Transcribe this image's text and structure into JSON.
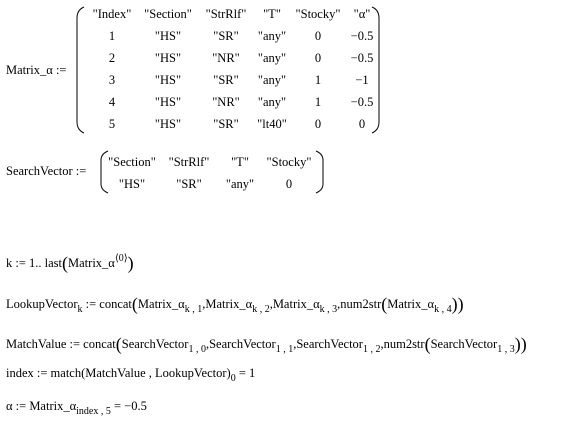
{
  "matrix_alpha": {
    "label": "Matrix_α :=",
    "rows": [
      [
        "\"Index\"",
        "\"Section\"",
        "\"StrRlf\"",
        "\"T\"",
        "\"Stocky\"",
        "\"α\""
      ],
      [
        "1",
        "\"HS\"",
        "\"SR\"",
        "\"any\"",
        "0",
        "−0.5"
      ],
      [
        "2",
        "\"HS\"",
        "\"NR\"",
        "\"any\"",
        "0",
        "−0.5"
      ],
      [
        "3",
        "\"HS\"",
        "\"SR\"",
        "\"any\"",
        "1",
        "−1"
      ],
      [
        "4",
        "\"HS\"",
        "\"NR\"",
        "\"any\"",
        "1",
        "−0.5"
      ],
      [
        "5",
        "\"HS\"",
        "\"SR\"",
        "\"lt40\"",
        "0",
        "0"
      ]
    ]
  },
  "search_vector": {
    "label": "SearchVector :=",
    "rows": [
      [
        "\"Section\"",
        "\"StrRlf\"",
        "\"T\"",
        "\"Stocky\""
      ],
      [
        "\"HS\"",
        "\"SR\"",
        "\"any\"",
        "0"
      ]
    ]
  },
  "eq_k": {
    "prefix": "k := 1.. last",
    "arg": "Matrix_α",
    "sup": "⟨0⟩"
  },
  "eq_lookup": {
    "lhs": "LookupVector",
    "lhs_sub": "k",
    "op": " := concat",
    "m": "Matrix_α",
    "s1": "k , 1",
    "s2": "k , 2",
    "s3": "k , 3",
    "s4": "k , 4",
    "fn": "num2str"
  },
  "eq_match": {
    "lhs": "MatchValue := concat",
    "sv": "SearchVector",
    "s1": "1 , 0",
    "s2": "1 , 1",
    "s3": "1 , 2",
    "s4": "1 , 3",
    "fn": "num2str"
  },
  "eq_index": {
    "text": "index := match(MatchValue , LookupVector)",
    "sub": "0",
    "result": " = 1"
  },
  "eq_alpha": {
    "lhs": "α := Matrix_α",
    "sub": "index , 5",
    "result": " = −0.5"
  }
}
